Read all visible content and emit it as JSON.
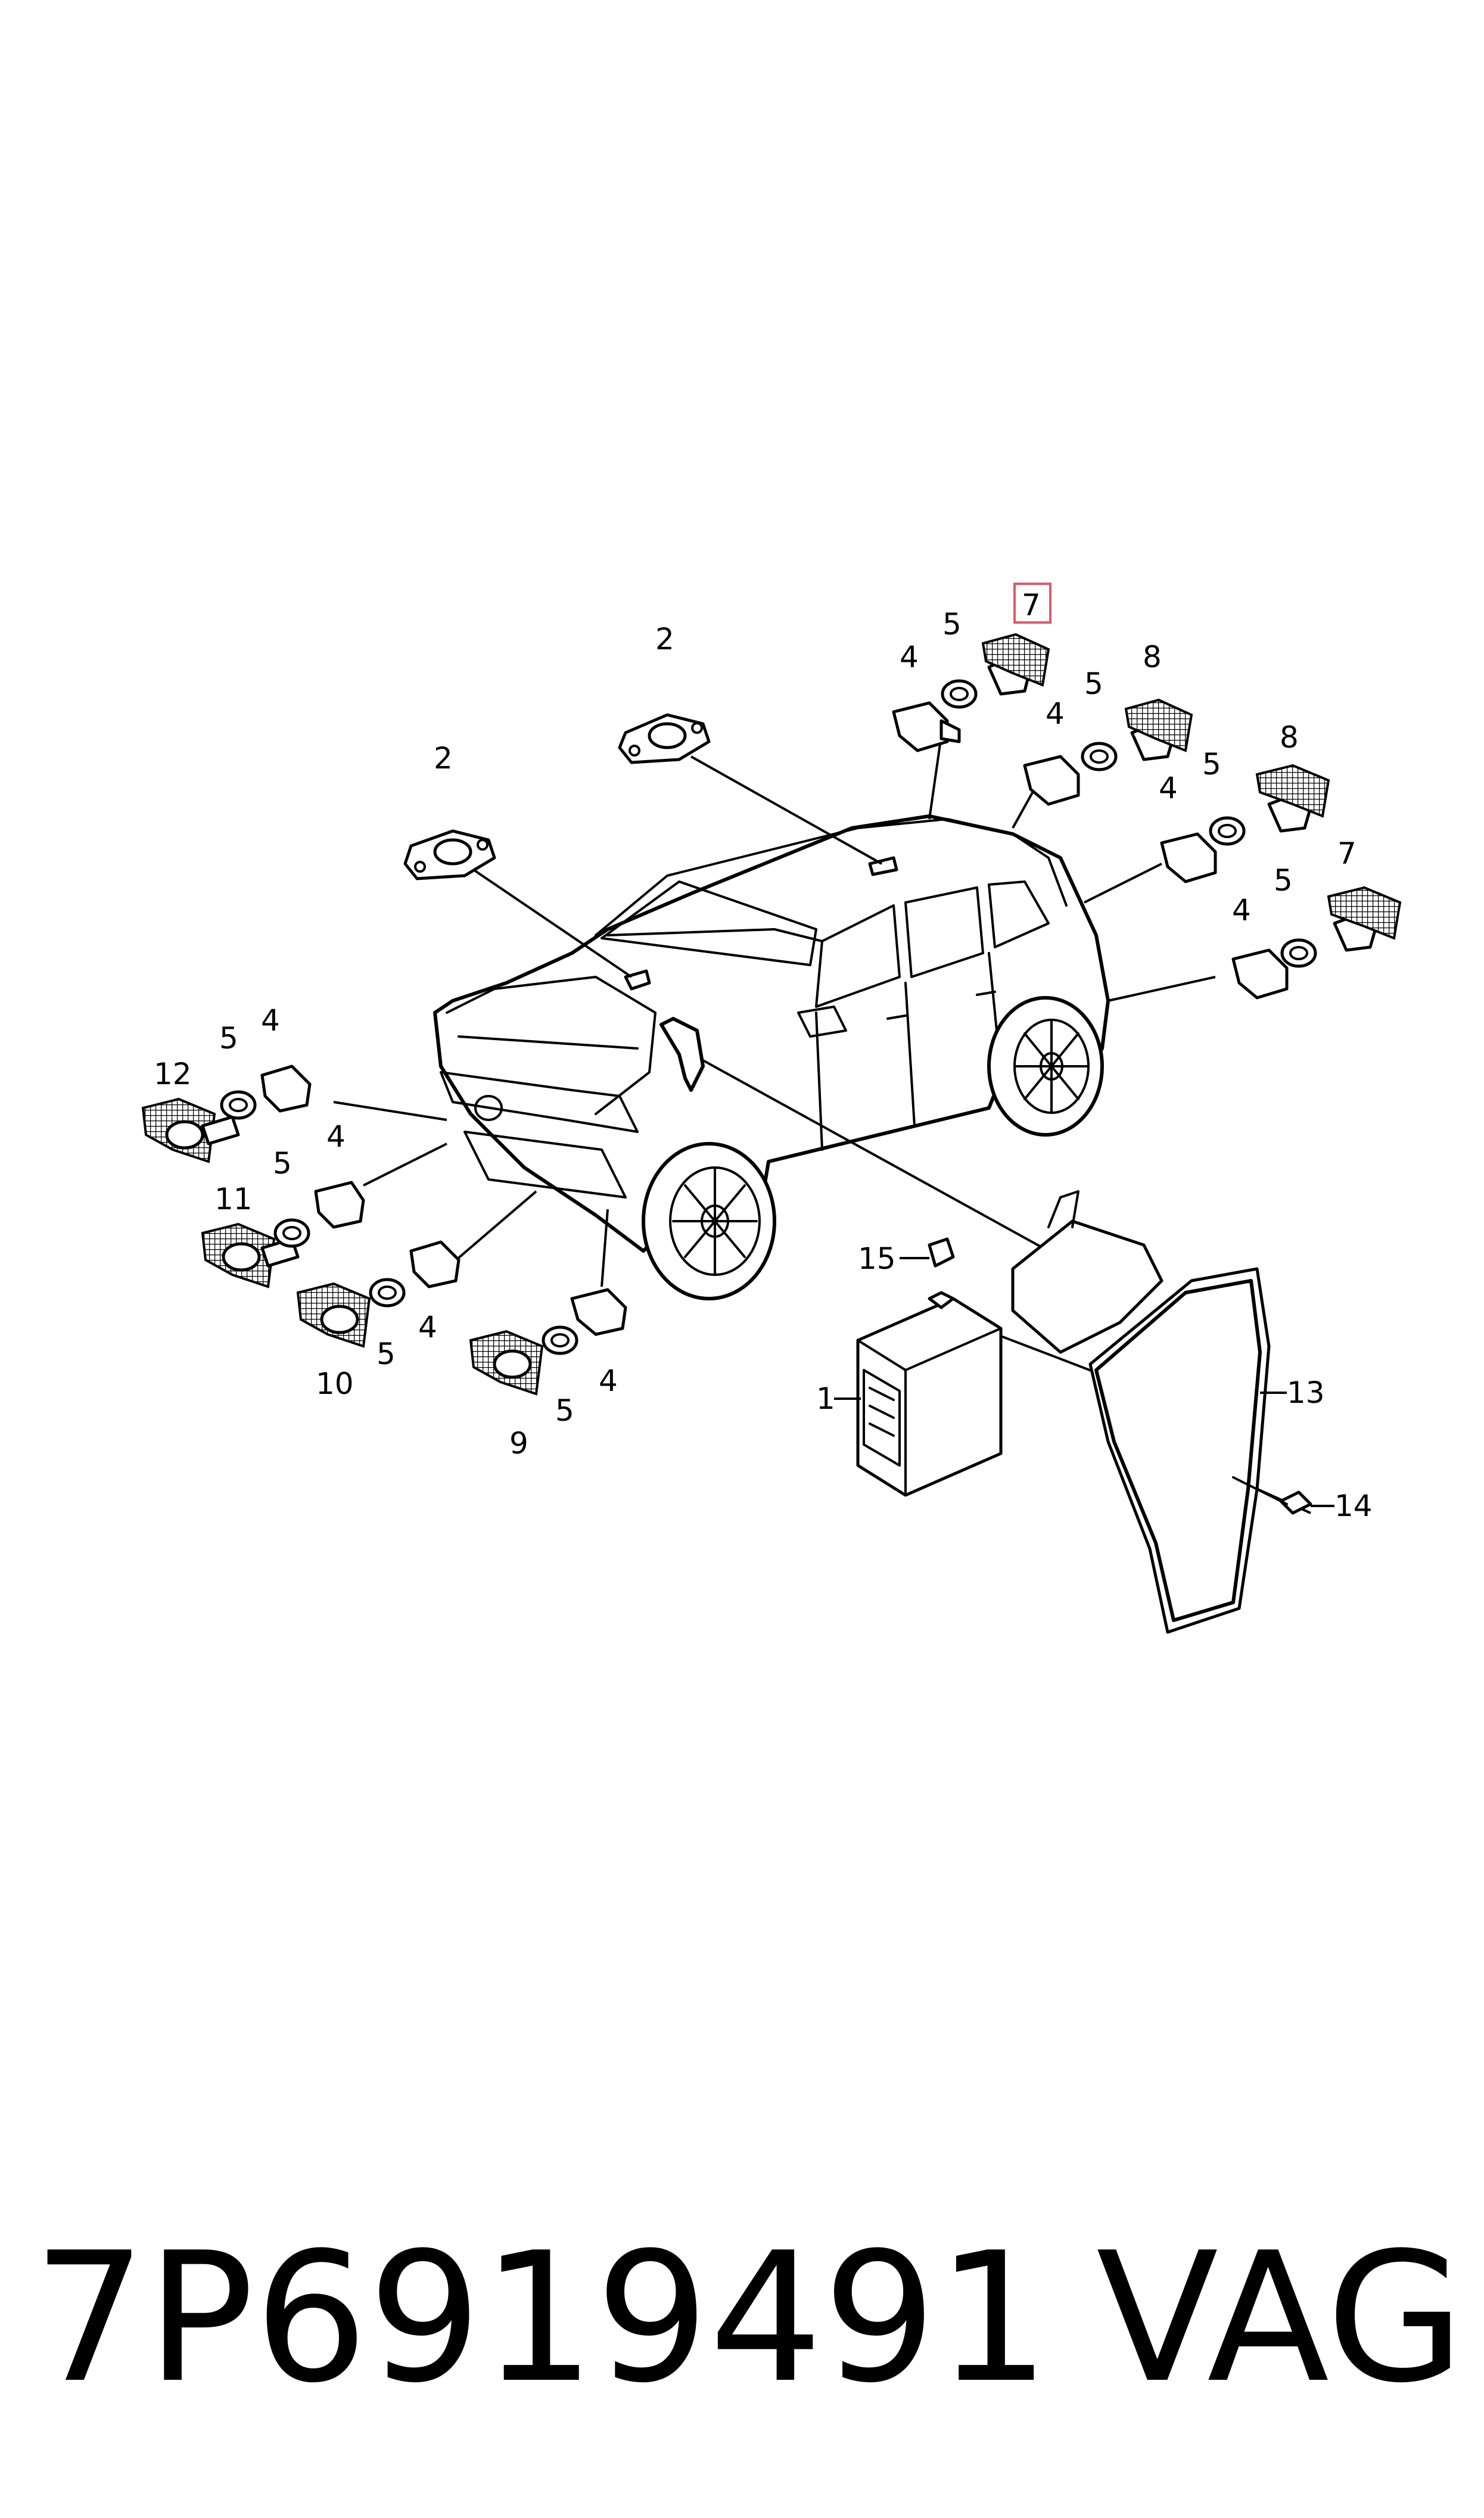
{
  "diagram": {
    "part_labels": {
      "l1": "1",
      "l2a": "2",
      "l2b": "2",
      "l4_rear_top": "4",
      "l5_rear_top": "5",
      "l7_rear_top": "7",
      "l8_rear_top": "8",
      "l4_rear_mid": "4",
      "l5_rear_mid": "5",
      "l8_rear_right": "8",
      "l4_rear_right": "4",
      "l5_rear_right": "5",
      "l7_rear_right": "7",
      "l4_rear_low": "4",
      "l5_rear_low": "5",
      "l12": "12",
      "l5_f12": "5",
      "l4_f12": "4",
      "l11": "11",
      "l5_f11": "5",
      "l4_f11": "4",
      "l10": "10",
      "l5_f10": "5",
      "l4_f10": "4",
      "l9": "9",
      "l5_f9": "5",
      "l4_f9": "4",
      "l13": "13",
      "l14": "14",
      "l15": "15"
    },
    "highlighted_label": "7"
  },
  "footer": {
    "part_number": "7P6919491",
    "brand": "VAG"
  }
}
